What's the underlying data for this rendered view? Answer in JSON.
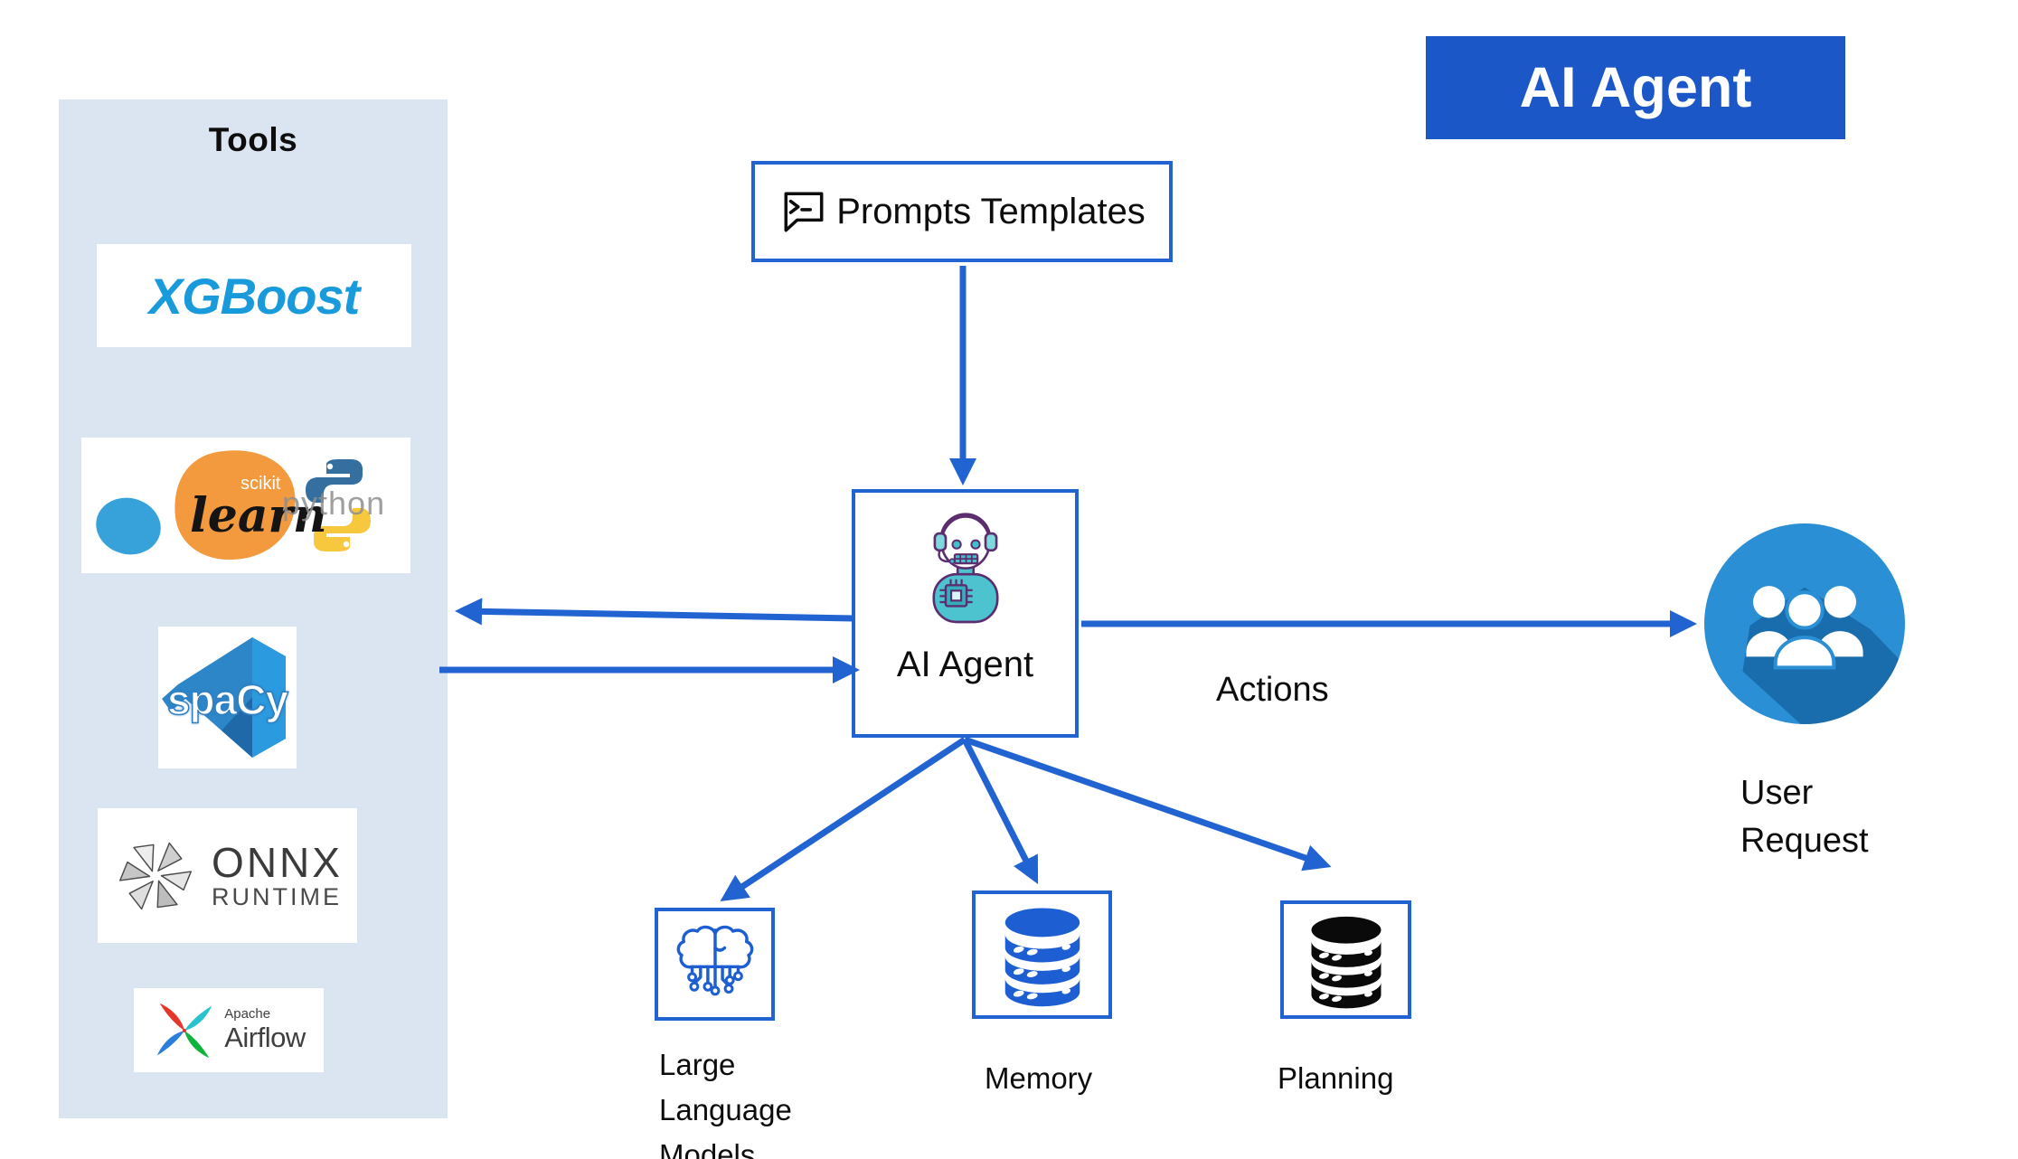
{
  "banner": {
    "label": "AI Agent"
  },
  "tools": {
    "title": "Tools",
    "xgboost": {
      "text": "XGBoost"
    },
    "sklearn": {
      "scikit": "scikit",
      "learn": "learn",
      "python": "python"
    },
    "spacy": {
      "text": "spaCy"
    },
    "onnx": {
      "line1": "ONNX",
      "line2": "RUNTIME"
    },
    "airflow": {
      "line1": "Apache",
      "line2": "Airflow"
    }
  },
  "prompts": {
    "label": "Prompts Templates"
  },
  "agent": {
    "label": "AI Agent"
  },
  "actions": {
    "label": "Actions"
  },
  "user": {
    "line1": "User",
    "line2": "Request"
  },
  "llm": {
    "line1": "Large",
    "line2": "Language",
    "line3": "Models"
  },
  "memory": {
    "label": "Memory"
  },
  "planning": {
    "label": "Planning"
  },
  "colors": {
    "arrow_blue": "#2163d1",
    "banner_blue": "#1c57c7",
    "panel_blue": "#dbe4f1",
    "xgboost_blue": "#199bdb",
    "robot_teal": "#4cc3cf",
    "robot_outline_purple": "#5c2d6f",
    "user_circle_blue": "#2b8fd6",
    "memory_db_blue": "#1d5fd2",
    "planning_db_black": "#0a0a0a",
    "sklearn_orange": "#f39a3e",
    "sklearn_blue": "#36a2d9",
    "python_blue": "#356f9f",
    "python_yellow": "#f7c83e",
    "airflow_red": "#e5372b",
    "airflow_teal": "#29c2cf",
    "airflow_blue": "#2a7fdc",
    "airflow_green": "#11b33f"
  }
}
